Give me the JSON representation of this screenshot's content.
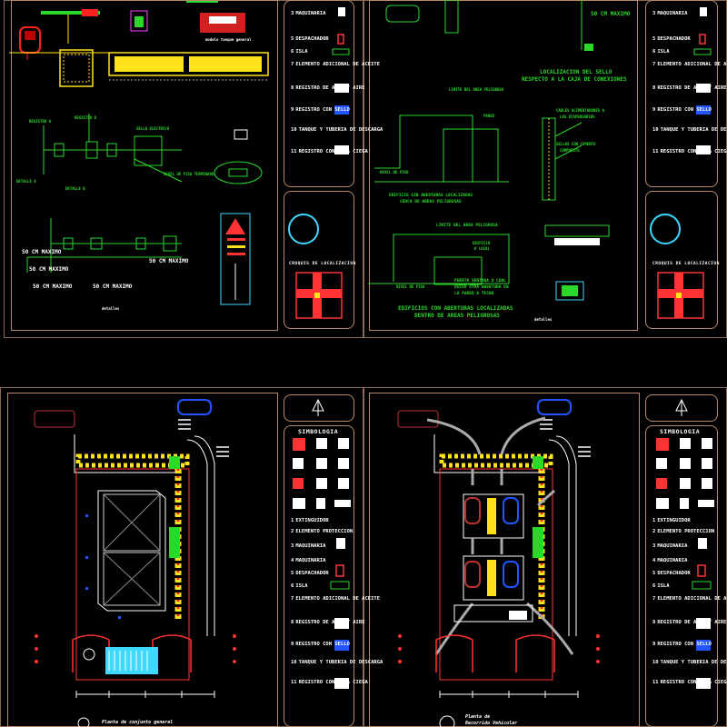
{
  "top_left": {
    "labels": {
      "tank_caption": "modelo tanque general",
      "register_a": "REGISTRO A",
      "register_b": "REGISTRO B",
      "sello_electrico": "SELLO ELECTRICO",
      "nivel_piso": "NIVEL DE PISO TERMINADO",
      "detail_a": "DETALLE A",
      "detail_b": "DETALLE B",
      "max50_1": "50 CM MAXIMO",
      "max50_2": "50 CM MAXIMO",
      "max50_3": "50 CM MAXIMO",
      "max50_4": "50 CM MAXIMO",
      "max50_5": "50 CM MAXIMO",
      "caption": "detalles"
    }
  },
  "top_right": {
    "labels": {
      "max50": "50 CM MAXIMO",
      "seal_location_1": "LOCALIZACION DEL SELLO",
      "seal_location_2": "RESPECTO A LA CAJA DE CONEXIONES",
      "limit_area": "LIMITE DEL AREA PELIGROSA",
      "pared": "PARED",
      "cables_1": "CABLES ALIMENTADORES A",
      "cables_2": "LOS DISPENSARIOS",
      "sellos": "SELLOS CON CEMENTO",
      "sellos2": "COMPUESTO",
      "nivel_piso": "NIVEL DE PISO",
      "edificios_1": "EDIFICIO SIN ABERTURAS LOCALIZADAS",
      "edificios_2": "CERCA DE AREAS PELIGROSAS",
      "limit_area2": "LIMITE DEL AREA PELIGROSA",
      "edificio": "EDIFICIO",
      "edificio2": "O LOCAL",
      "nivel_piso2": "NIVEL DE PISO",
      "puerta_1": "PUERTA VENTANA O CUAL",
      "puerta_2": "QUIER OTRA ABERTURA EN",
      "puerta_3": "LA PARED O TECHO",
      "bottom_title_1": "EDIFICIOS CON ABERTURAS LOCALIZADAS",
      "bottom_title_2": "DENTRO DE AREAS PELIGROSAS",
      "caption": "detalles"
    }
  },
  "bottom_left": {
    "caption": "Planta de conjunto general"
  },
  "bottom_right": {
    "caption_1": "Planta de",
    "caption_2": "Recorrido Vehicular"
  },
  "sidebar": {
    "symbology_title": "SIMBOLOGIA",
    "croquis_title": "CROQUIS DE LOCALIZACION",
    "items": [
      {
        "num": "1",
        "label": "EXTINGUIDOR"
      },
      {
        "num": "2",
        "label": "ELEMENTO PROTECCION"
      },
      {
        "num": "3",
        "label": "MAQUINARIA"
      },
      {
        "num": "4",
        "label": "MAQUINARIA"
      },
      {
        "num": "5",
        "label": "DESPACHADOR"
      },
      {
        "num": "6",
        "label": "ISLA"
      },
      {
        "num": "7",
        "label": "ELEMENTO ADICIONAL DE ACEITE"
      },
      {
        "num": "8",
        "label": "REGISTRO DE AGUA Y AIRE"
      },
      {
        "num": "9",
        "label": "REGISTRO CON SELLO"
      },
      {
        "num": "10",
        "label": "TANQUE Y TUBERIA DE DESCARGA"
      },
      {
        "num": "11",
        "label": "REGISTRO CON TAPA CIEGA"
      }
    ]
  }
}
